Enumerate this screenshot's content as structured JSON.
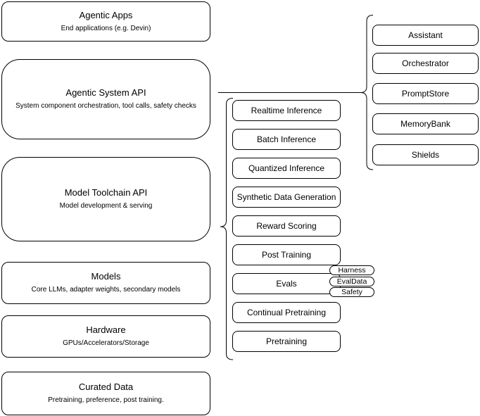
{
  "diagram": {
    "colors": {
      "background": "#ffffff",
      "stroke": "#000000",
      "text": "#000000"
    },
    "layers": [
      {
        "title": "Agentic Apps",
        "subtitle": "End applications (e.g. Devin)"
      },
      {
        "title": "Agentic System API",
        "subtitle": "System component orchestration, tool calls, safety checks"
      },
      {
        "title": "Model Toolchain API",
        "subtitle": "Model development & serving"
      },
      {
        "title": "Models",
        "subtitle": "Core LLMs, adapter weights, secondary models"
      },
      {
        "title": "Hardware",
        "subtitle": "GPUs/Accelerators/Storage"
      },
      {
        "title": "Curated Data",
        "subtitle": "Pretraining, preference, post training."
      }
    ],
    "toolchain": {
      "items": [
        "Realtime Inference",
        "Batch Inference",
        "Quantized Inference",
        "Synthetic Data Generation",
        "Reward Scoring",
        "Post Training",
        "Evals",
        "Continual Pretraining",
        "Pretraining"
      ]
    },
    "evals_badges": [
      "Harness",
      "EvalData",
      "Safety"
    ],
    "system_components": [
      "Assistant",
      "Orchestrator",
      "PromptStore",
      "MemoryBank",
      "Shields"
    ]
  }
}
